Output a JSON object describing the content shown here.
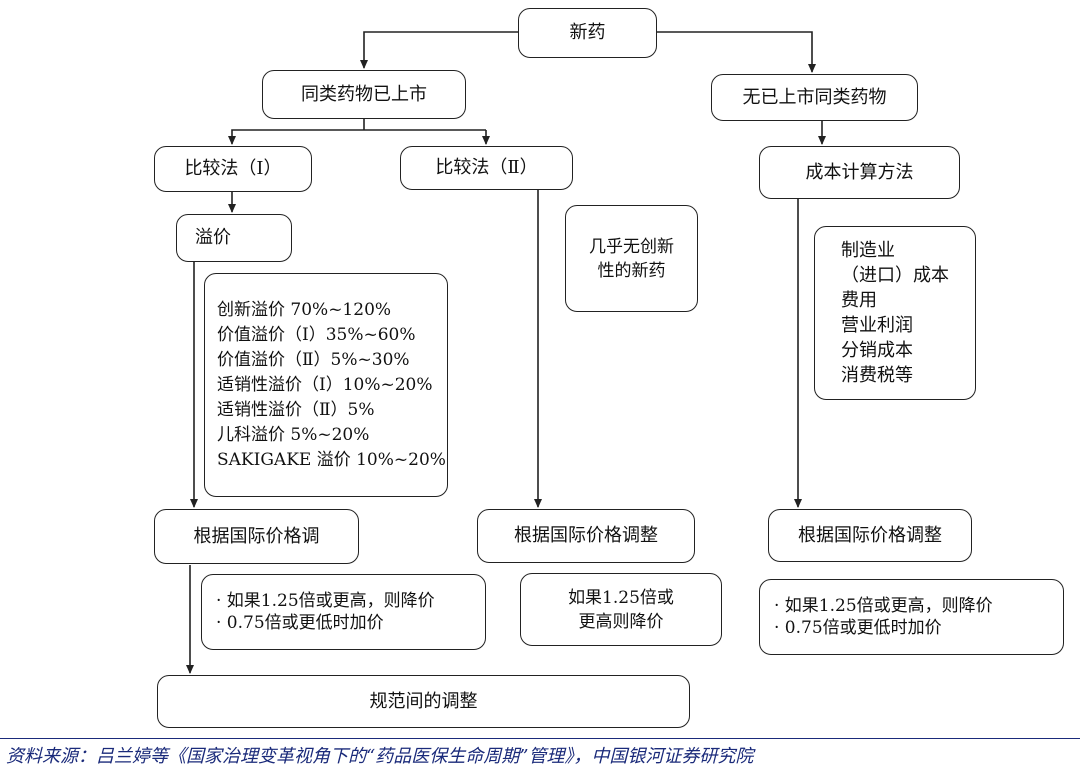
{
  "nodes": {
    "new_drug": "新药",
    "similar_listed": "同类药物已上市",
    "no_similar": "无已上市同类药物",
    "compare1": "比较法（Ⅰ）",
    "compare2": "比较法（Ⅱ）",
    "cost_method": "成本计算方法",
    "premium": "溢价",
    "almost_no_novelty": [
      "几乎无创新",
      "性的新药"
    ],
    "premium_list": [
      "创新溢价 70%~120%",
      "价值溢价（Ⅰ）35%~60%",
      "价值溢价（Ⅱ）5%~30%",
      "适销性溢价（Ⅰ）10%~20%",
      "适销性溢价（Ⅱ）5%",
      "儿科溢价 5%~20%",
      "SAKIGAKE 溢价 10%~20%"
    ],
    "cost_list": [
      "制造业",
      "（进口）成本",
      "费用",
      "营业利润",
      "分销成本",
      "消费税等"
    ],
    "adjust_left": "根据国际价格调",
    "adjust_mid": "根据国际价格调整",
    "adjust_right": "根据国际价格调整",
    "rule_left": [
      "· 如果1.25倍或更高，则降价",
      "· 0.75倍或更低时加价"
    ],
    "rule_mid": [
      "如果1.25倍或",
      "更高则降价"
    ],
    "rule_right": [
      "· 如果1.25倍或更高，则降价",
      "· 0.75倍或更低时加价"
    ],
    "standard_adjust": "规范间的调整"
  },
  "source": "资料来源：吕兰婷等《国家治理变革视角下的“药品医保生命周期”管理》，中国银河证券研究院",
  "colors": {
    "line": "#222222",
    "source_text": "#1a2a7a"
  }
}
